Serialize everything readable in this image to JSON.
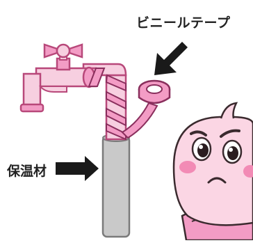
{
  "labels": {
    "vinyl_tape": "ビニールテープ",
    "insulation": "保温材"
  },
  "colors": {
    "pipe_fill": "#f7cfe0",
    "pipe_stroke": "#b8487a",
    "tape_fill": "#f39cc5",
    "tape_stroke": "#8a2f5d",
    "insulation_fill": "#c9c9c9",
    "insulation_stroke": "#7a7a7a",
    "arrow": "#1a1a1a",
    "character_face": "#fbd6e4",
    "character_cheek": "#f28bb5",
    "character_outline": "#3a2a2e"
  },
  "illustration": {
    "objects": [
      "faucet",
      "pipe",
      "vinyl-tape-roll",
      "insulation-sleeve",
      "character"
    ]
  }
}
